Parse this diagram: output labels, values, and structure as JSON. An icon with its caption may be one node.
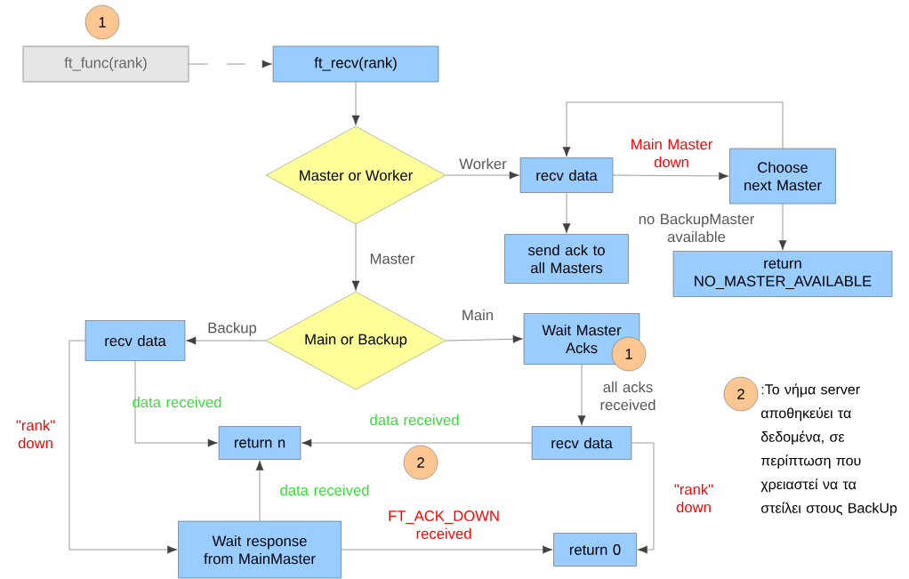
{
  "diagram": {
    "nodes": [
      {
        "text": [
          "ft_func(rank)"
        ]
      },
      {
        "text": [
          "ft_recv(rank)"
        ]
      },
      {
        "text": [
          "Master or Worker"
        ]
      },
      {
        "text": [
          "recv data"
        ]
      },
      {
        "text": [
          "Choose next Master"
        ]
      },
      {
        "text": [
          "send ack to all Masters"
        ]
      },
      {
        "text": [
          "return NO_MASTER_AVAILABLE"
        ]
      },
      {
        "text": [
          "Main or Backup"
        ]
      },
      {
        "text": [
          "recv data"
        ]
      },
      {
        "text": [
          "Wait Master Acks"
        ]
      },
      {
        "text": [
          "recv data"
        ]
      },
      {
        "text": [
          "return n"
        ]
      },
      {
        "text": [
          "Wait response from MainMaster"
        ]
      },
      {
        "text": [
          "return 0"
        ]
      },
      {
        "text": [
          "1"
        ]
      },
      {
        "text": [
          "1"
        ]
      },
      {
        "text": [
          "2"
        ]
      },
      {
        "text": [
          "2"
        ],
        "beside": [
          ":Το νήμα server αποθηκεύει τα δεδομένα, σε περίπτωση που χρειαστεί να τα στείλει στους BackUp"
        ]
      }
    ],
    "edges": [
      {
        "from": 0,
        "to": 1,
        "arrow": "to",
        "style": "dashed"
      },
      {
        "from": 1,
        "to": 2,
        "arrow": "to"
      },
      {
        "from": 2,
        "to": 3,
        "arrow": "to",
        "label": "Worker"
      },
      {
        "from": 2,
        "to": 7,
        "arrow": "to",
        "label": "Master"
      },
      {
        "from": 3,
        "to": 4,
        "arrow": "to",
        "label": "Main Master down"
      },
      {
        "from": 4,
        "to": 3,
        "arrow": "to"
      },
      {
        "from": 3,
        "to": 5,
        "arrow": "to"
      },
      {
        "from": 4,
        "to": 6,
        "arrow": "to",
        "label": "no BackupMaster available"
      },
      {
        "from": 7,
        "to": 8,
        "arrow": "to",
        "label": "Backup"
      },
      {
        "from": 7,
        "to": 9,
        "arrow": "to",
        "label": "Main"
      },
      {
        "from": 9,
        "to": 10,
        "arrow": "to",
        "label": "all acks received"
      },
      {
        "from": 8,
        "to": 11,
        "arrow": "to",
        "label": "data received"
      },
      {
        "from": 10,
        "to": 11,
        "arrow": "to",
        "label": "data received"
      },
      {
        "from": 8,
        "to": 12,
        "arrow": "to",
        "label": "\"rank\" down"
      },
      {
        "from": 12,
        "to": 11,
        "arrow": "to",
        "label": "data received"
      },
      {
        "from": 12,
        "to": 13,
        "arrow": "to",
        "label": "FT_ACK_DOWN received"
      },
      {
        "from": 10,
        "to": 13,
        "arrow": "to",
        "label": "\"rank\" down"
      }
    ]
  }
}
